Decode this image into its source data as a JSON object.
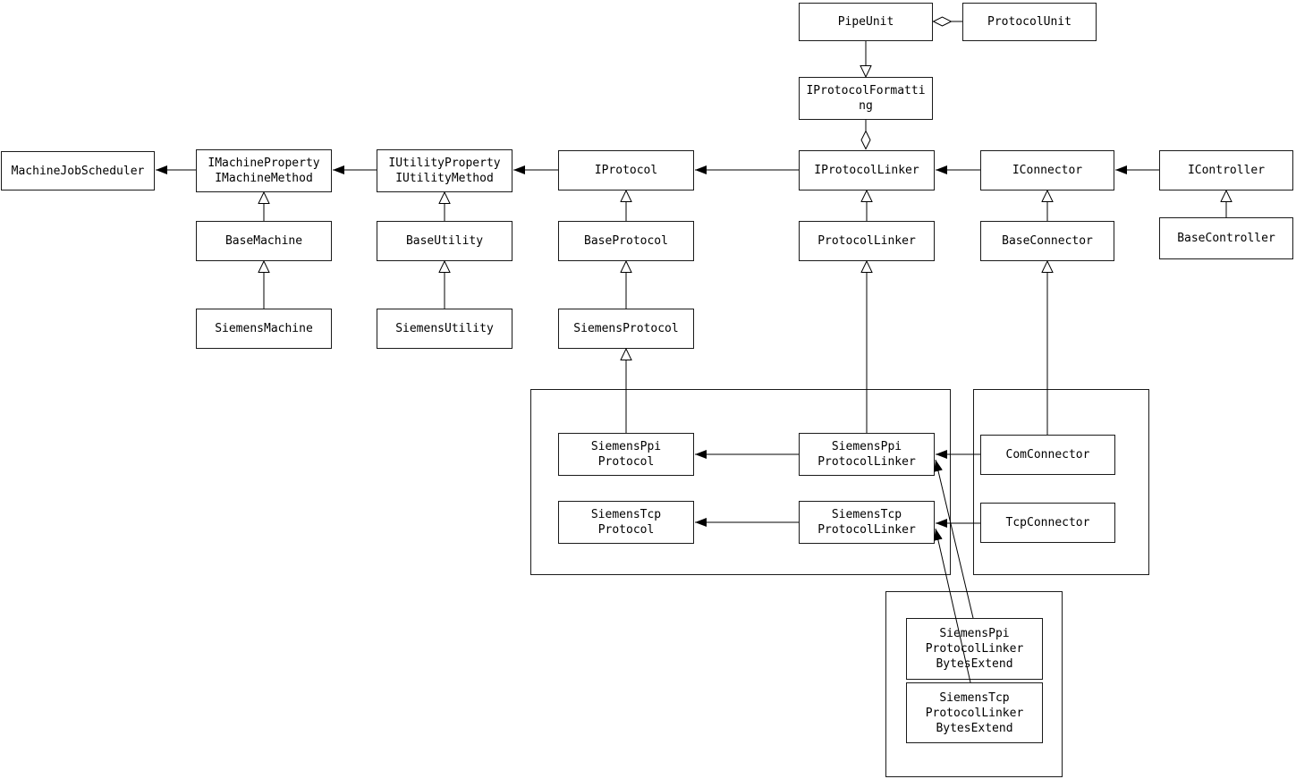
{
  "diagram": {
    "type": "uml-class-diagram",
    "colors": {
      "line": "#000000",
      "box_border": "#1a1a1a",
      "box_fill": "#ffffff",
      "text": "#000000",
      "background": "#ffffff"
    },
    "nodes": {
      "pipe_unit": {
        "label": "PipeUnit"
      },
      "protocol_unit": {
        "label": "ProtocolUnit"
      },
      "iprotocol_formatting": {
        "label": "IProtocolFormatti\nng"
      },
      "machine_job_scheduler": {
        "label": "MachineJobScheduler"
      },
      "imachine": {
        "label": "IMachineProperty\nIMachineMethod"
      },
      "iutility": {
        "label": "IUtilityProperty\nIUtilityMethod"
      },
      "iprotocol": {
        "label": "IProtocol"
      },
      "iprotocol_linker": {
        "label": "IProtocolLinker"
      },
      "iconnector": {
        "label": "IConnector"
      },
      "icontroller": {
        "label": "IController"
      },
      "base_machine": {
        "label": "BaseMachine"
      },
      "base_utility": {
        "label": "BaseUtility"
      },
      "base_protocol": {
        "label": "BaseProtocol"
      },
      "protocol_linker": {
        "label": "ProtocolLinker"
      },
      "base_connector": {
        "label": "BaseConnector"
      },
      "base_controller": {
        "label": "BaseController"
      },
      "siemens_machine": {
        "label": "SiemensMachine"
      },
      "siemens_utility": {
        "label": "SiemensUtility"
      },
      "siemens_protocol": {
        "label": "SiemensProtocol"
      },
      "siemens_ppi_protocol": {
        "label": "SiemensPpi\nProtocol"
      },
      "siemens_tcp_protocol": {
        "label": "SiemensTcp\nProtocol"
      },
      "siemens_ppi_protocol_linker": {
        "label": "SiemensPpi\nProtocolLinker"
      },
      "siemens_tcp_protocol_linker": {
        "label": "SiemensTcp\nProtocolLinker"
      },
      "com_connector": {
        "label": "ComConnector"
      },
      "tcp_connector": {
        "label": "TcpConnector"
      },
      "siemens_ppi_protocol_linker_bytes_extend": {
        "label": "SiemensPpi\nProtocolLinker\nBytesExtend"
      },
      "siemens_tcp_protocol_linker_bytes_extend": {
        "label": "SiemensTcp\nProtocolLinker\nBytesExtend"
      }
    },
    "edges": [
      {
        "from": "protocol_unit",
        "to": "pipe_unit",
        "type": "aggregation"
      },
      {
        "from": "pipe_unit",
        "to": "iprotocol_formatting",
        "type": "realization-down"
      },
      {
        "from": "iprotocol_formatting",
        "to": "iprotocol_linker",
        "type": "aggregation"
      },
      {
        "from": "imachine",
        "to": "machine_job_scheduler",
        "type": "association-arrow"
      },
      {
        "from": "iutility",
        "to": "imachine",
        "type": "association-arrow"
      },
      {
        "from": "iprotocol",
        "to": "iutility",
        "type": "association-arrow"
      },
      {
        "from": "iprotocol_linker",
        "to": "iprotocol",
        "type": "association-arrow"
      },
      {
        "from": "iconnector",
        "to": "iprotocol_linker",
        "type": "association-arrow"
      },
      {
        "from": "icontroller",
        "to": "iconnector",
        "type": "association-arrow"
      },
      {
        "from": "base_machine",
        "to": "imachine",
        "type": "generalization"
      },
      {
        "from": "base_utility",
        "to": "iutility",
        "type": "generalization"
      },
      {
        "from": "base_protocol",
        "to": "iprotocol",
        "type": "generalization"
      },
      {
        "from": "protocol_linker",
        "to": "iprotocol_linker",
        "type": "generalization"
      },
      {
        "from": "base_connector",
        "to": "iconnector",
        "type": "generalization"
      },
      {
        "from": "base_controller",
        "to": "icontroller",
        "type": "generalization"
      },
      {
        "from": "siemens_machine",
        "to": "base_machine",
        "type": "generalization"
      },
      {
        "from": "siemens_utility",
        "to": "base_utility",
        "type": "generalization"
      },
      {
        "from": "siemens_protocol",
        "to": "base_protocol",
        "type": "generalization"
      },
      {
        "from": "siemens_ppi_protocol",
        "to": "siemens_protocol",
        "type": "generalization"
      },
      {
        "from": "siemens_ppi_protocol_linker",
        "to": "protocol_linker",
        "type": "generalization"
      },
      {
        "from": "com_connector",
        "to": "base_connector",
        "type": "generalization"
      },
      {
        "from": "siemens_ppi_protocol_linker",
        "to": "siemens_ppi_protocol",
        "type": "association-arrow"
      },
      {
        "from": "siemens_tcp_protocol_linker",
        "to": "siemens_tcp_protocol",
        "type": "association-arrow"
      },
      {
        "from": "com_connector",
        "to": "siemens_ppi_protocol_linker",
        "type": "association-arrow"
      },
      {
        "from": "tcp_connector",
        "to": "siemens_tcp_protocol_linker",
        "type": "association-arrow"
      },
      {
        "from": "siemens_ppi_protocol_linker_bytes_extend",
        "to": "siemens_ppi_protocol_linker",
        "type": "association-arrow"
      },
      {
        "from": "siemens_tcp_protocol_linker_bytes_extend",
        "to": "siemens_tcp_protocol_linker",
        "type": "association-arrow"
      }
    ]
  }
}
